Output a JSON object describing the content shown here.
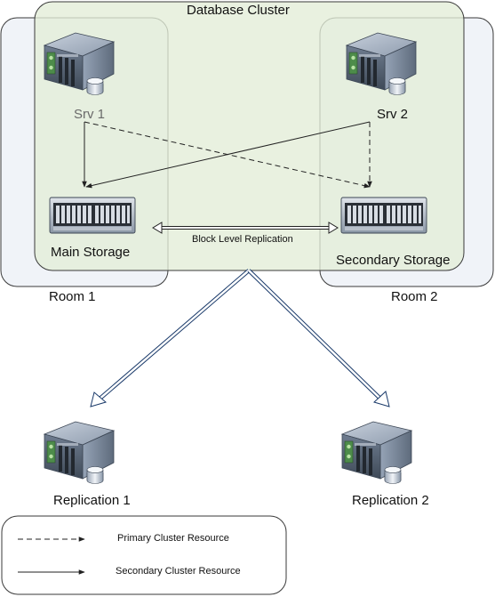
{
  "cluster": {
    "title": "Database Cluster"
  },
  "rooms": [
    {
      "label": "Room 1"
    },
    {
      "label": "Room 2"
    }
  ],
  "servers": [
    {
      "label": "Srv 1"
    },
    {
      "label": "Srv 2"
    }
  ],
  "storage": [
    {
      "label": "Main Storage"
    },
    {
      "label": "Secondary Storage"
    }
  ],
  "replication_link": {
    "label": "Block Level Replication"
  },
  "replicas": [
    {
      "label": "Replication 1"
    },
    {
      "label": "Replication 2"
    }
  ],
  "legend": {
    "primary": {
      "label": "Primary Cluster Resource",
      "line_style": "dashed"
    },
    "secondary": {
      "label": "Secondary Cluster Resource",
      "line_style": "solid"
    }
  },
  "colors": {
    "cluster_fill": "#e5eedb",
    "room_fill": "#f0f3f8",
    "outline": "#3a3a3a",
    "server_body": "#8a98aa",
    "drive_panel": "#4d8c4a"
  }
}
